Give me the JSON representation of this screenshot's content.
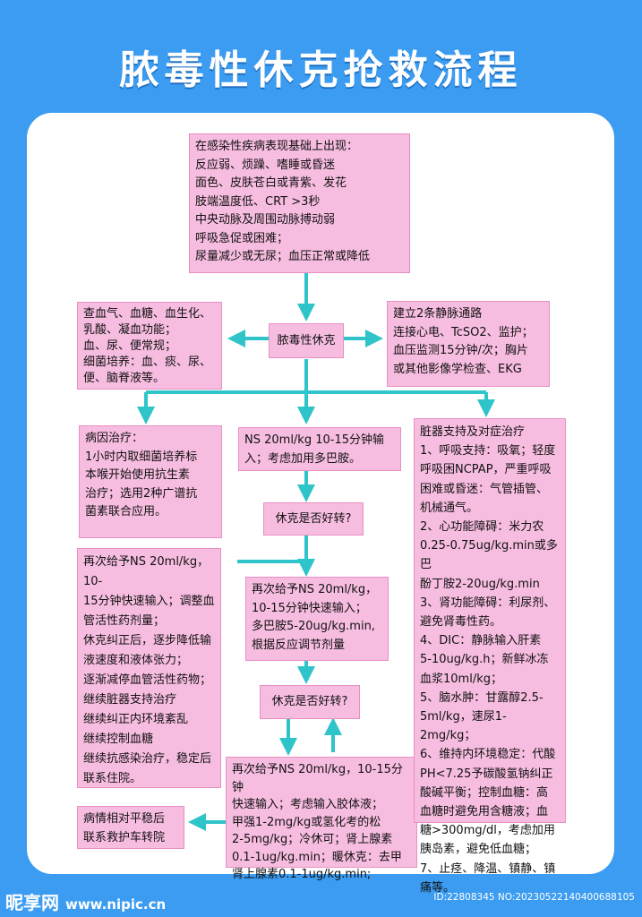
{
  "title": "脓毒性休克抢救流程",
  "boxes": {
    "symptoms": "在感染性疾病表现基础上出现：\n反应弱、烦躁、嗜睡或昏迷\n面色、皮肤苍白或青紫、发花\n肢端温度低、CRT >3秒\n中央动脉及周围动脉搏动弱\n呼吸急促或困难；\n尿量减少或无尿；血压正常或降低",
    "shock": "脓毒性休克",
    "exams": "查血气、血糖、血生化、\n乳酸、凝血功能；\n血、尿、便常规；\n细菌培养：血、痰、尿、\n便、脑脊液等。",
    "iv_access": "建立2条静脉通路\n连接心电、TcSO2、监护；\n血压监测15分钟/次；胸片\n或其他影像学检查、EKG",
    "etiology": "病因治疗：\n1小时内取细菌培养标\n本喉开始使用抗生素\n治疗；选用2种广谱抗\n菌素联合应用。",
    "ns_first": "NS 20ml/kg  10-15分钟输\n入；考虑加用多巴胺。",
    "better_1": "休克是否好转?",
    "ns_second": "再次给予NS  20ml/kg，\n10-15分钟快速输入；\n多巴胺5-20ug/kg.min,\n根据反应调节剂量",
    "better_2": "休克是否好转?",
    "ns_third": "再次给予NS 20ml/kg，10-15分钟\n快速输入；考虑输入胶体液；\n甲强1-2mg/kg或氢化考的松\n2-5mg/kg；冷休可；肾上腺素\n0.1-1ug/kg.min；暖休克：去甲\n肾上腺素0.1-1ug/kg.min;",
    "left_plan": "再次给予NS 20ml/kg，10-\n15分钟快速输入；调整血\n管活性药剂量；\n休克纠正后，逐步降低输\n液速度和液体张力；\n逐渐减停血管活性药物；\n继续脏器支持治疗\n继续纠正内环境紊乱\n继续控制血糖\n继续抗感染治疗，稳定后\n联系住院。",
    "transfer": "病情相对平稳后\n联系救护车转院",
    "organ_support": "脏器支持及对症治疗\n1、呼吸支持：吸氧；轻度\n呼吸困NCPAP，严重呼吸\n困难或昏迷：气管插管、\n机械通气。\n2、心功能障碍：米力农\n0.25-0.75ug/kg.min或多巴\n酚丁胺2-20ug/kg.min\n3、肾功能障碍：利尿剂、\n避免肾毒性药。\n4、DIC：静脉输入肝素\n5-10ug/kg.h；新鲜冰冻\n血浆10ml/kg；\n5、脑水肿：甘露醇2.5-\n5ml/kg，速尿1-2mg/kg；\n6、维持内环境稳定：代酸\nPH<7.25予碳酸氢钠纠正\n酸碱平衡；控制血糖：高\n血糖时避免用含糖液；血\n糖>300mg/dl，考虑加用\n胰岛素，避免低血糖；\n7、止痉、降温、镇静、镇\n痛等。"
  },
  "watermark": {
    "brand": "昵享网",
    "url": "www.nipic.cn",
    "id_text": "ID:22808345 NO:20230522140400688105"
  },
  "colors": {
    "background": "#3b9cf1",
    "box_fill": "#f7bde0",
    "arrow": "#2ec4c9"
  }
}
